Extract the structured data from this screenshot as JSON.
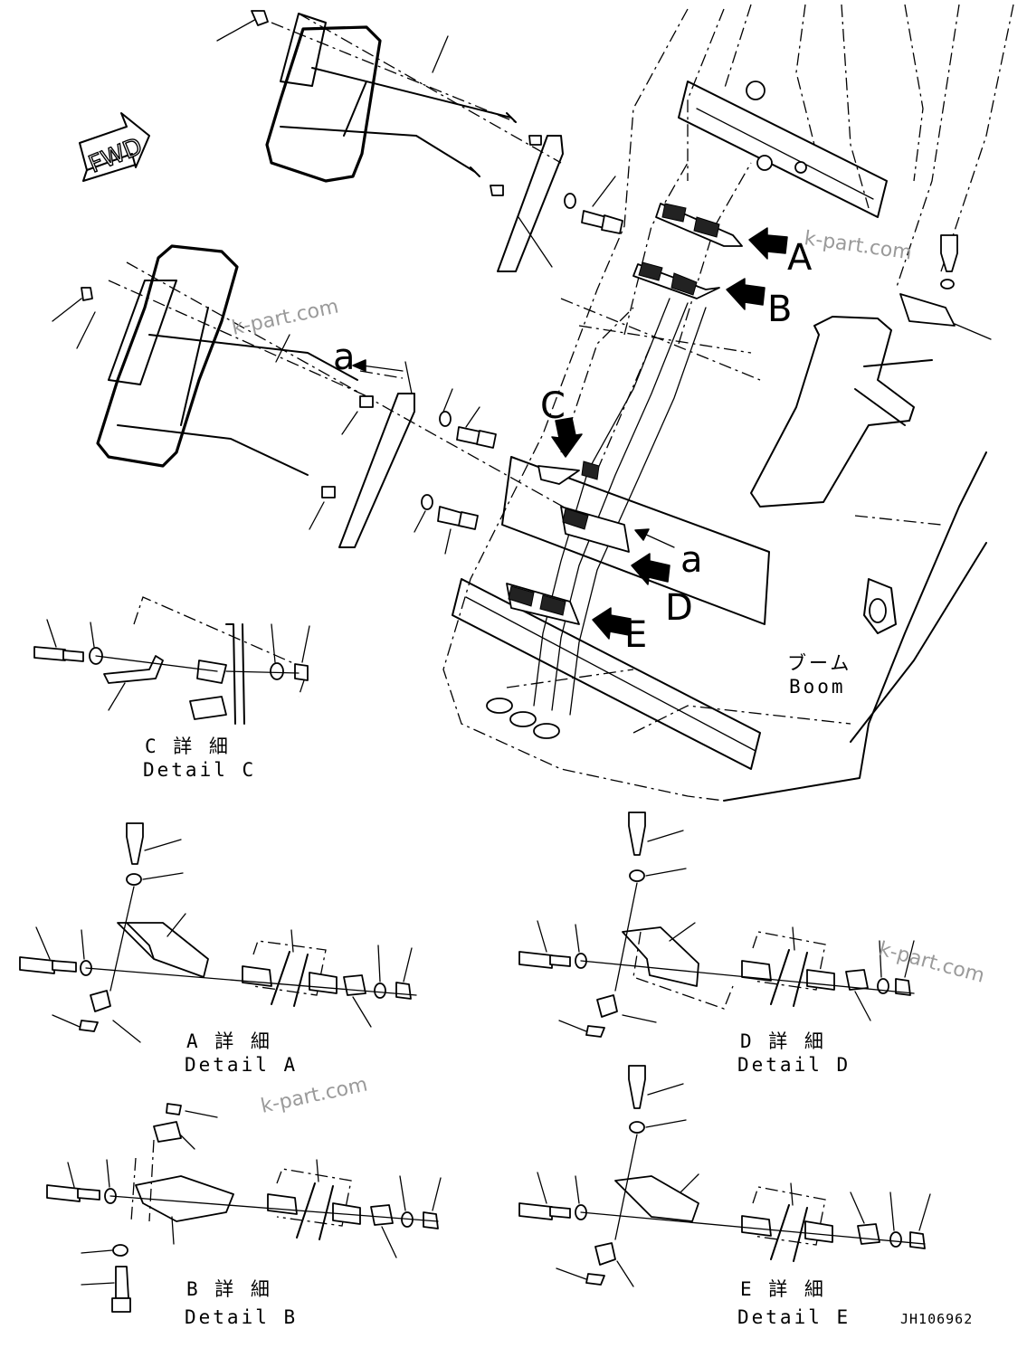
{
  "diagram": {
    "fwd_label": "FWD",
    "arrow_labels": {
      "A": "A",
      "B": "B",
      "C": "C",
      "D": "D",
      "E": "E",
      "a1": "a",
      "a2": "a"
    },
    "boom_jp": "ブーム",
    "boom_en": "Boom",
    "details": {
      "c": {
        "jp": "C 詳 細",
        "en": "Detail C"
      },
      "a": {
        "jp": "A 詳 細",
        "en": "Detail A"
      },
      "d": {
        "jp": "D 詳 細",
        "en": "Detail D"
      },
      "b": {
        "jp": "B 詳 細",
        "en": "Detail B"
      },
      "e": {
        "jp": "E 詳 細",
        "en": "Detail E"
      }
    },
    "watermark": "k-part.com",
    "document_number": "JH106962"
  }
}
